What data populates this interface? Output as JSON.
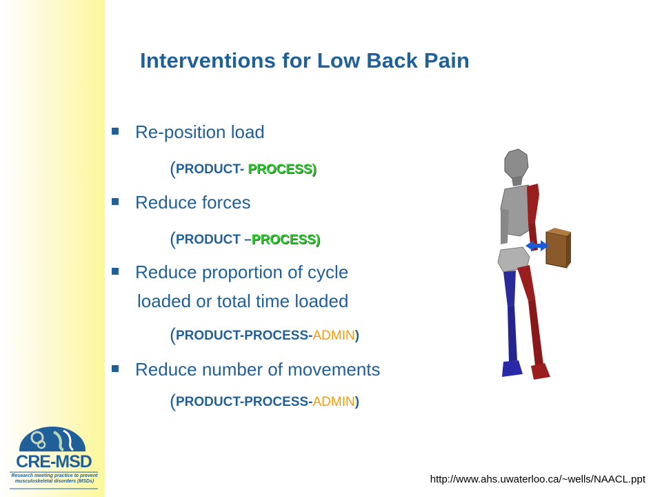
{
  "title": "Interventions for Low Back Pain",
  "items": [
    {
      "bullet": "Re-position load",
      "open": "(",
      "product": "PRODUCT- ",
      "process": "PROCESS",
      "close": ")"
    },
    {
      "bullet": "Reduce forces",
      "open": "(",
      "product": "PRODUCT –",
      "process": "PROCESS",
      "close": ")"
    },
    {
      "bullet": "Reduce proportion of cycle",
      "bullet_cont": "loaded or total time loaded",
      "open": "(",
      "product": "PRODUCT-PROCESS-",
      "admin": "ADMIN",
      "close": ")"
    },
    {
      "bullet": "Reduce number of movements",
      "open": "(",
      "product": "PRODUCT-PROCESS-",
      "admin": "ADMIN",
      "close": ")"
    }
  ],
  "logo": {
    "name": "CRE-MSD",
    "tagline_1": "Research meeting practice to prevent",
    "tagline_2": "musculoskeletal disorders (MSDs)"
  },
  "footer_url": "http://www.ahs.uwaterloo.ca/~wells/NAACL.ppt",
  "colors": {
    "text_blue": "#1f5f9a",
    "process_green": "#22cc22",
    "admin_orange": "#ff9900",
    "band_yellow": "#fdf79a"
  }
}
